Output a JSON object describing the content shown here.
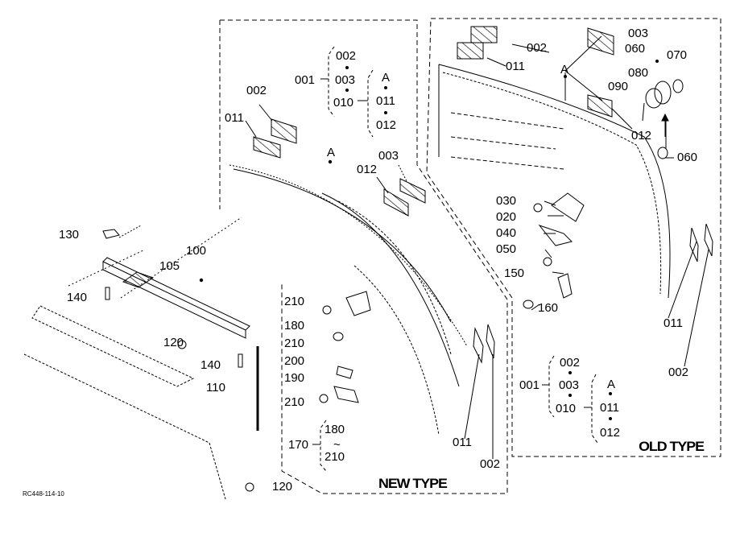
{
  "diagram": {
    "drawing_code": "RC448-114-10",
    "panels": {
      "new_type": {
        "title": "NEW TYPE"
      },
      "old_type": {
        "title": "OLD TYPE"
      }
    },
    "labels": {
      "p130": "130",
      "p100": "100",
      "p105": "105",
      "p140a": "140",
      "p120a": "120",
      "p140b": "140",
      "p110": "110",
      "p120b": "120",
      "n002": "002",
      "n011": "011",
      "nA": "A",
      "n012": "012",
      "n003": "003",
      "n210a": "210",
      "n180": "180",
      "n210b": "210",
      "n200": "200",
      "n190": "190",
      "n210c": "210",
      "n170": "170",
      "n180r": "180",
      "ntilde": "~",
      "n210r": "210",
      "n011b": "011",
      "n002b": "002",
      "k001": "001",
      "k002": "002",
      "k003": "003",
      "k010": "010",
      "kA": "A",
      "k011": "011",
      "k012": "012",
      "o002": "002",
      "o011": "011",
      "oA": "A",
      "o003": "003",
      "o060a": "060",
      "o070": "070",
      "o080": "080",
      "o090": "090",
      "o012": "012",
      "o060b": "060",
      "o030": "030",
      "o020": "020",
      "o040": "040",
      "o050": "050",
      "o150": "150",
      "o160": "160",
      "o011b": "011",
      "o002b": "002",
      "q001": "001",
      "q002": "002",
      "q003": "003",
      "q010": "010",
      "qA": "A",
      "q011": "011",
      "q012": "012"
    },
    "kit_legend": {
      "kit": "001",
      "contains": [
        "002",
        "003",
        "010"
      ],
      "sub_kit": "010",
      "sub_contains": [
        "A",
        "011",
        "012"
      ]
    },
    "bolt_kit": {
      "kit": "170",
      "range": [
        "180",
        "210"
      ]
    }
  }
}
